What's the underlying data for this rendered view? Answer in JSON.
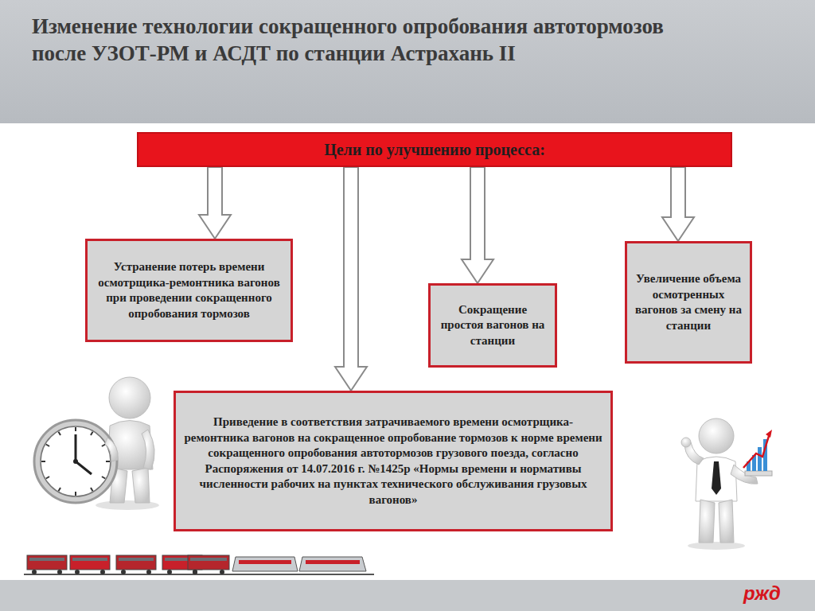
{
  "diagram": {
    "title": "Изменение технологии сокращенного опробования автотормозов после УЗОТ-РМ и АСДТ по станции Астрахань II",
    "nodes": [
      {
        "text": [
          "Цели по улучшению процесса:"
        ]
      },
      {
        "text": [
          "Устранение потерь времени осмотрщика-ремонтника вагонов при проведении сокращенного опробования тормозов"
        ]
      },
      {
        "text": [
          "Сокращение простоя вагонов на станции"
        ]
      },
      {
        "text": [
          "Увеличение объема осмотренных вагонов за смену на станции"
        ]
      },
      {
        "text": [
          "Приведение в соответствия затрачиваемого времени осмотрщика-ремонтника вагонов на сокращенное опробование тормозов к норме времени сокращенного опробования автотормозов грузового поезда, согласно Распоряжения от 14.07.2016 г. №1425р «Нормы времени и нормативы численности рабочих на пунктах технического обслуживания грузовых вагонов»"
        ]
      }
    ],
    "edges": [
      {
        "from": 0,
        "to": 1,
        "arrow": "to"
      },
      {
        "from": 0,
        "to": 2,
        "arrow": "to"
      },
      {
        "from": 0,
        "to": 3,
        "arrow": "to"
      },
      {
        "from": 0,
        "to": 4,
        "arrow": "to"
      }
    ],
    "labels": [
      "ржд"
    ]
  }
}
